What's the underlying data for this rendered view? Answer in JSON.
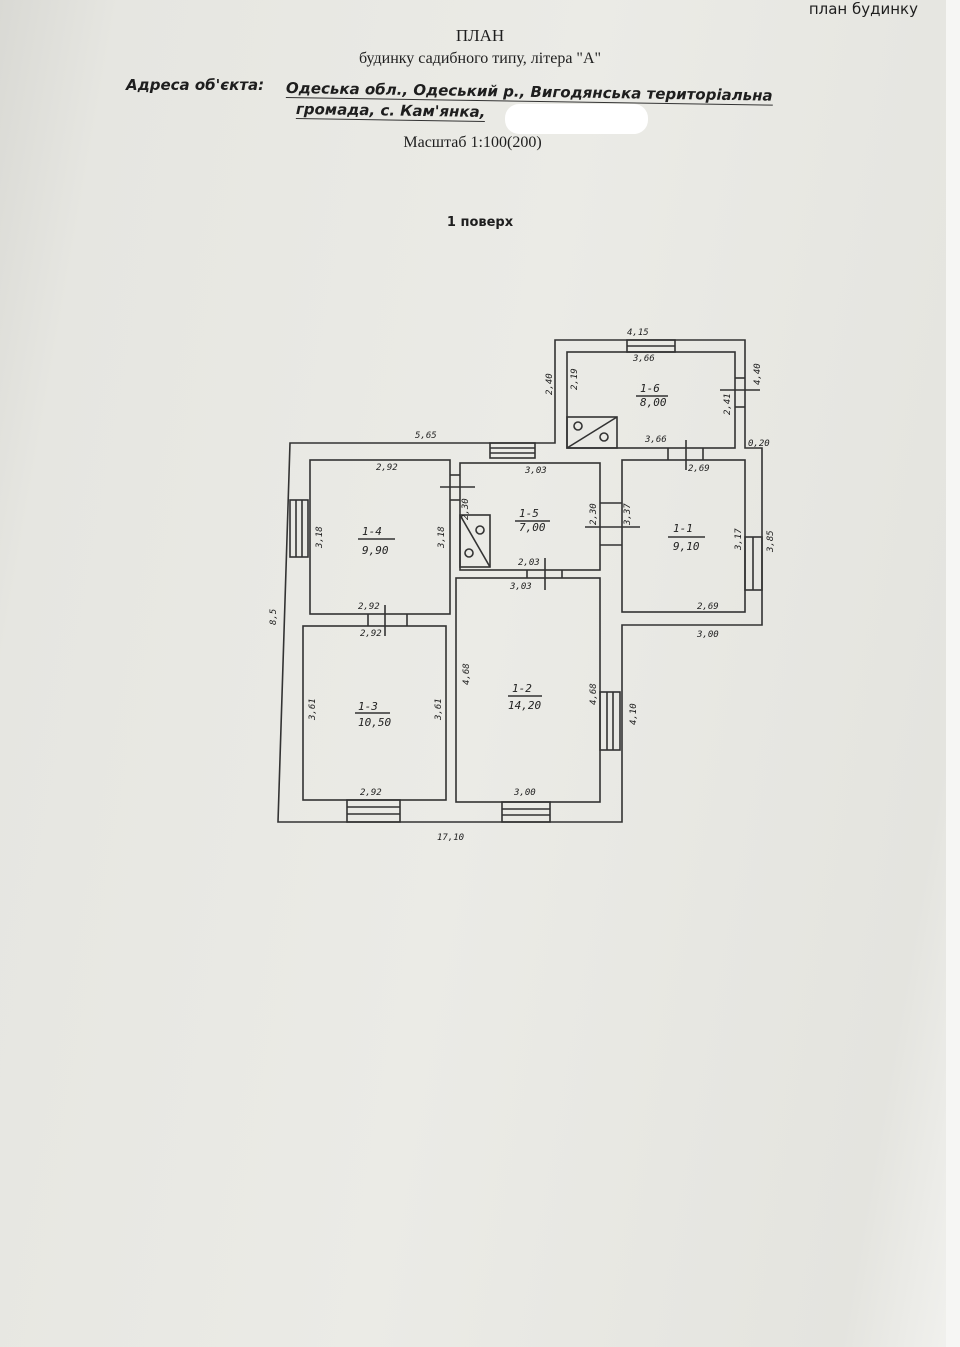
{
  "header": {
    "corner_label": "план будинку",
    "title": "ПЛАН",
    "subtitle": "будинку садибного типу, літера \"А\"",
    "address_label": "Адреса об'єкта:",
    "address_line1": "Одеська обл., Одеський р., Вигодянська територіальна",
    "address_line2": "громада, с. Кам'янка,",
    "scale": "Масштаб 1:100(200)",
    "floor": "1 поверх"
  },
  "plan": {
    "rooms": [
      {
        "id": "1-1",
        "area": "9,10"
      },
      {
        "id": "1-2",
        "area": "14,20"
      },
      {
        "id": "1-3",
        "area": "10,50"
      },
      {
        "id": "1-4",
        "area": "9,90"
      },
      {
        "id": "1-5",
        "area": "7,00"
      },
      {
        "id": "1-6",
        "area": "8,00"
      }
    ],
    "dimensions": {
      "annex_top": "4,15",
      "r16_top": "3,66",
      "r16_left_outer": "2,40",
      "r16_left": "2,19",
      "r16_right": "2,41",
      "r16_right_outer": "4,40",
      "r16_bottom": "3,66",
      "corner": "0,20",
      "top_left": "5,65",
      "r14_top": "2,92",
      "r15_top": "3,03",
      "r11_top": "2,69",
      "r14_left": "3,18",
      "r14_right": "3,18",
      "r15_left": "2,30",
      "r15_right": "2,30",
      "r11_left": "3,37",
      "r11_right": "3,17",
      "r11_outer": "3,85",
      "r15_bottom": "2,03",
      "r12_top": "3,03",
      "r11_bottom": "2,69",
      "r11_outer_bottom": "3,00",
      "left_outer": "8,5",
      "r14_bottom": "2,92",
      "r13_top": "2,92",
      "r13_left": "3,61",
      "r13_right": "3,61",
      "r12_left": "4,68",
      "r12_right": "4,68",
      "r12_outer": "4,10",
      "r13_bottom": "2,92",
      "r12_bottom": "3,00",
      "bottom_outer": "17,10"
    }
  }
}
